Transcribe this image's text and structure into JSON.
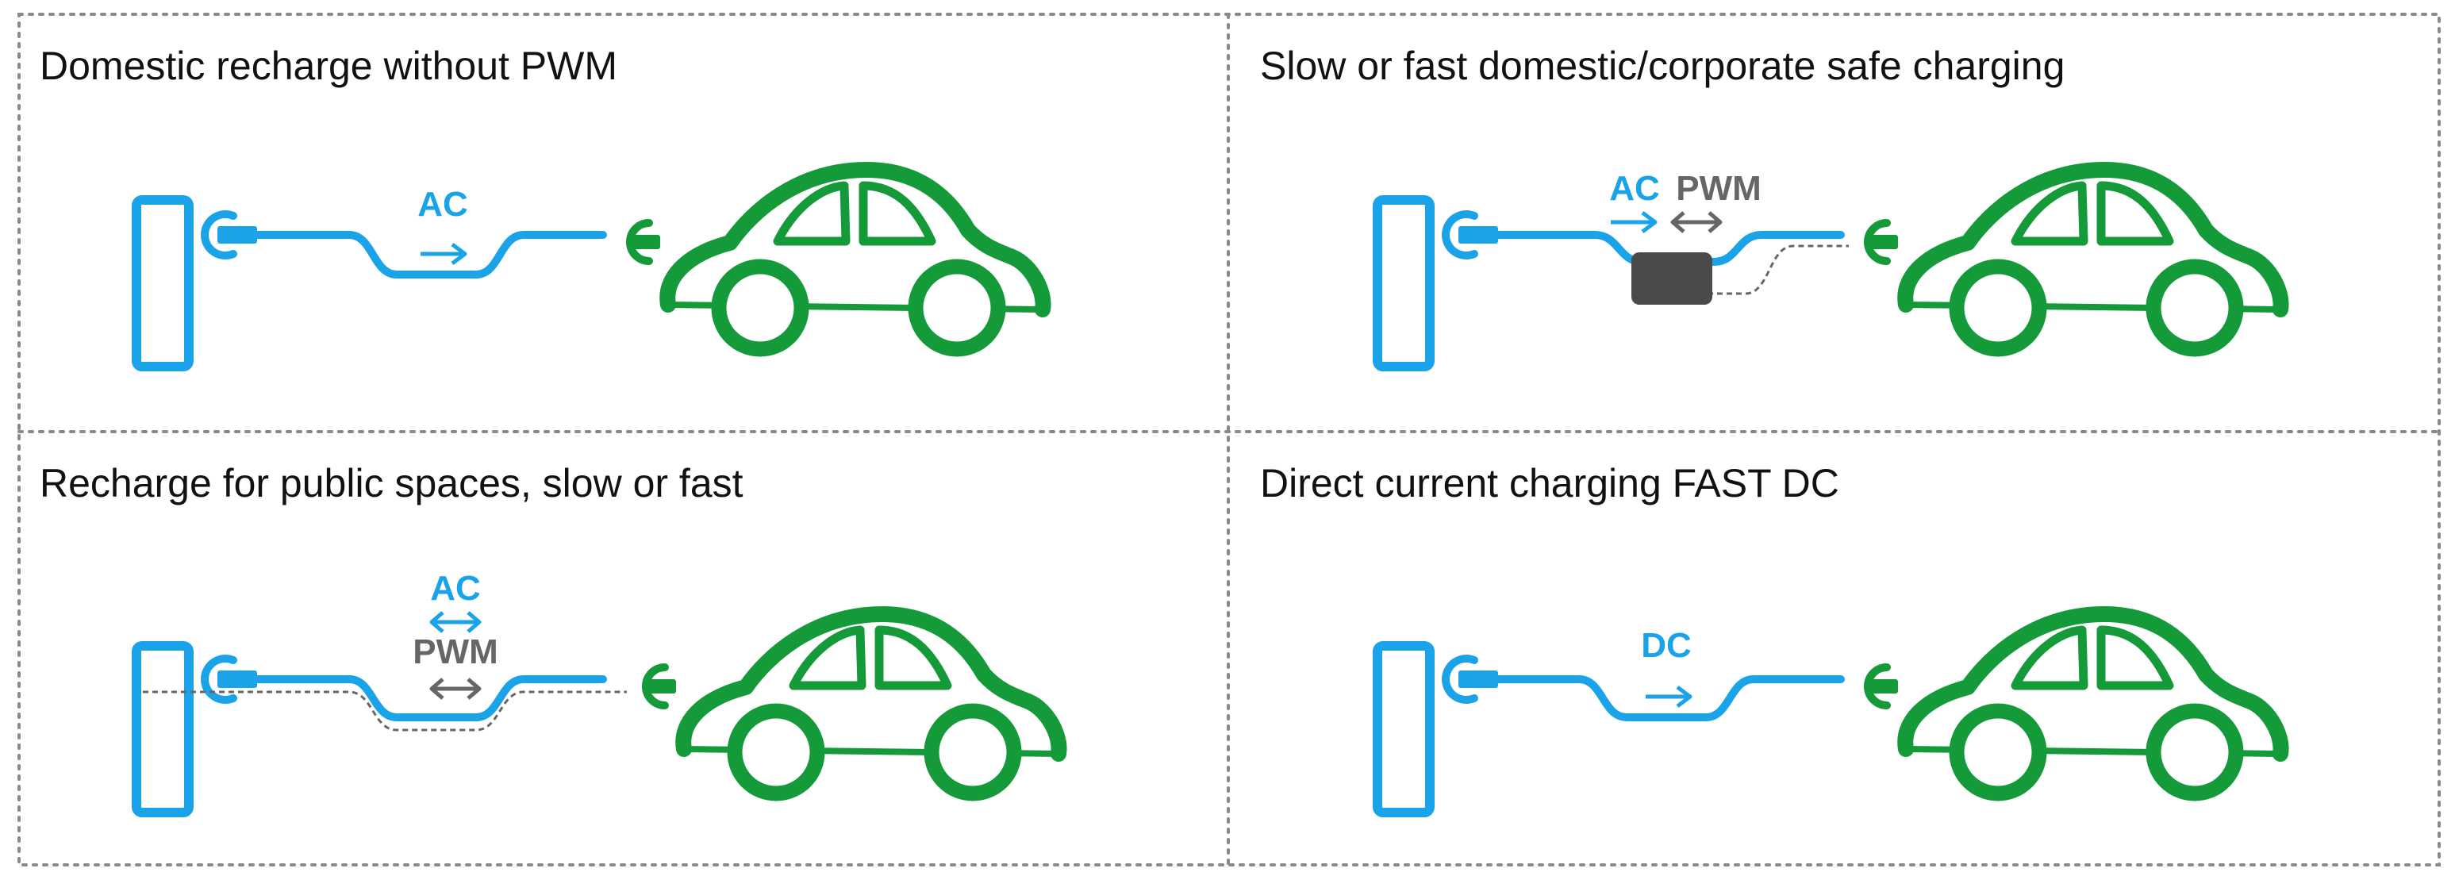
{
  "colors": {
    "ev_blue": "#1aa3e8",
    "car_green": "#159a3a",
    "signal_gray": "#666666",
    "controller_gray": "#4a4a4a",
    "border": "#8a8a8a"
  },
  "icons": {
    "charging_point": "charging-point-icon",
    "plug": "plug-icon",
    "car": "car-icon",
    "controller": "controller-box-icon",
    "arrow": "arrow-icon"
  },
  "panels": [
    {
      "id": "domestic-no-pwm",
      "title": "Domestic recharge without PWM",
      "ac_label": "AC"
    },
    {
      "id": "corporate-safe",
      "title": "Slow or fast domestic/corporate safe charging",
      "ac_label": "AC",
      "pwm_label": "PWM"
    },
    {
      "id": "public-spaces",
      "title": "Recharge for public spaces, slow or fast",
      "ac_label": "AC",
      "pwm_label": "PWM"
    },
    {
      "id": "fast-dc",
      "title": "Direct  current charging FAST DC",
      "dc_label": "DC"
    }
  ]
}
